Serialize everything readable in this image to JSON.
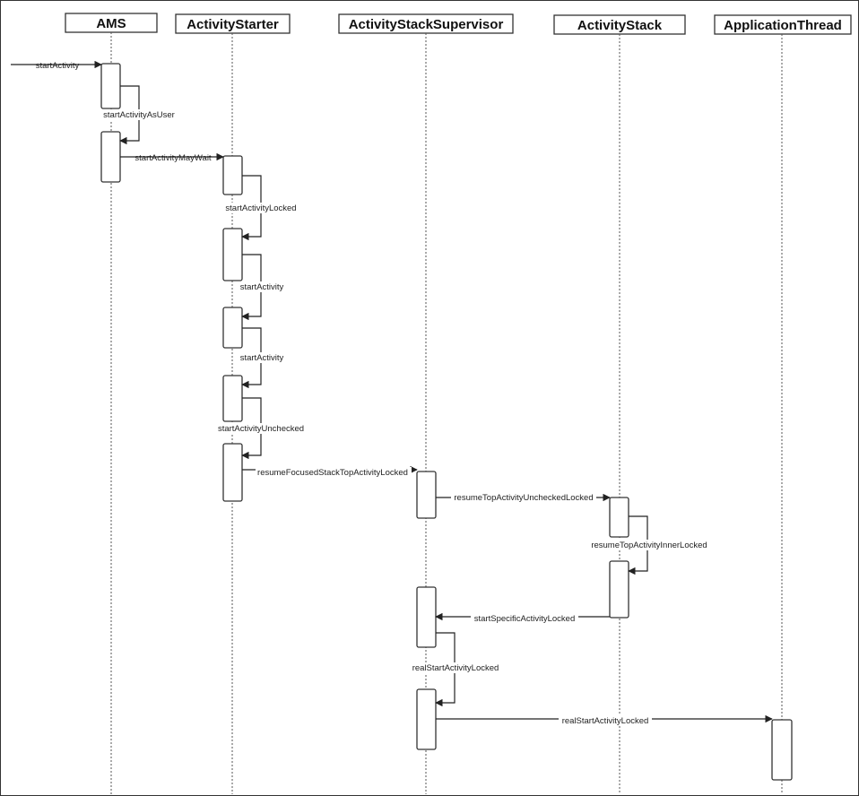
{
  "participants": [
    {
      "id": "ams",
      "name": "AMS"
    },
    {
      "id": "starter",
      "name": "ActivityStarter"
    },
    {
      "id": "supervisor",
      "name": "ActivityStackSupervisor"
    },
    {
      "id": "stack",
      "name": "ActivityStack"
    },
    {
      "id": "appthread",
      "name": "ApplicationThread"
    }
  ],
  "messages": [
    {
      "id": "m1",
      "label": "startActivity"
    },
    {
      "id": "m2",
      "label": "startActivityAsUser"
    },
    {
      "id": "m3",
      "label": "startActivityMayWait"
    },
    {
      "id": "m4",
      "label": "startActivityLocked"
    },
    {
      "id": "m5",
      "label": "startActivity"
    },
    {
      "id": "m6",
      "label": "startActivity"
    },
    {
      "id": "m7",
      "label": "startActivityUnchecked"
    },
    {
      "id": "m8",
      "label": "resumeFocusedStackTopActivityLocked"
    },
    {
      "id": "m9",
      "label": "resumeTopActivityUncheckedLocked"
    },
    {
      "id": "m10",
      "label": "resumeTopActivityInnerLocked"
    },
    {
      "id": "m11",
      "label": "startSpecificActivityLocked"
    },
    {
      "id": "m12",
      "label": "realStartActivityLocked"
    },
    {
      "id": "m13",
      "label": "realStartActivityLocked"
    }
  ]
}
